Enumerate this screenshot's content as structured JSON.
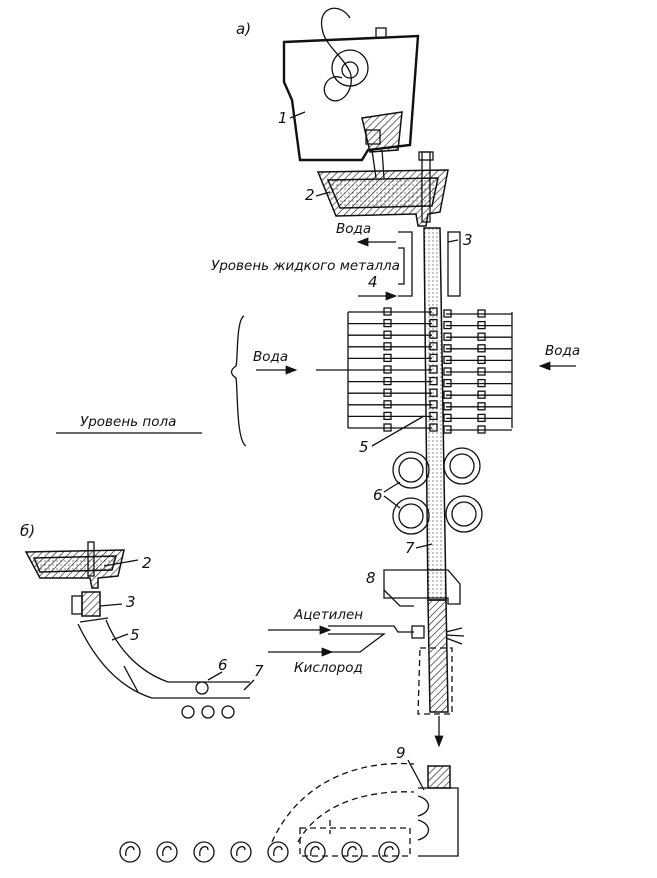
{
  "panel_a": "а)",
  "panel_b": "б)",
  "labels": {
    "n1": "1",
    "n2": "2",
    "n3": "3",
    "n4": "4",
    "n5": "5",
    "n6": "6",
    "n7": "7",
    "n8": "8",
    "n9": "9",
    "water_top": "Вода",
    "metal_level": "Уровень жидкого металла",
    "water_left": "Вода",
    "water_right": "Вода",
    "floor_level": "Уровень пола",
    "acetylene": "Ацетилен",
    "oxygen": "Кислород"
  },
  "panel_b_labels": {
    "n2": "2",
    "n3": "3",
    "n5": "5",
    "n6": "6",
    "n7": "7"
  }
}
